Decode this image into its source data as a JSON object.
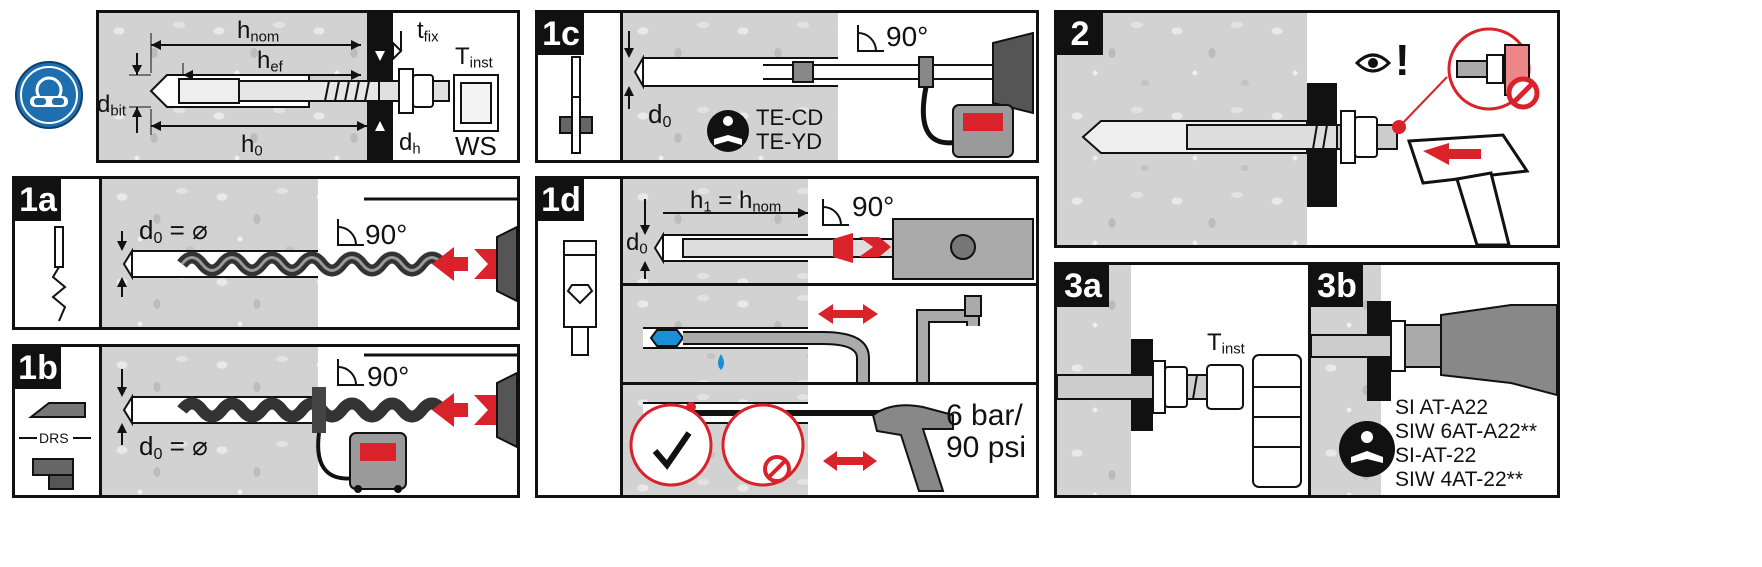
{
  "safety_icon": "safety-goggles-mandatory-icon",
  "book_icon": "read-manual-icon",
  "prohibited_icon": "no-entry-icon",
  "eye_icon": "eye-icon",
  "colors": {
    "accent_red": "#d9222a",
    "panel_border": "#111111",
    "concrete": "#d2d2d2",
    "water_blue": "#1a8fd6"
  },
  "top_diagram": {
    "h_nom": "h",
    "h_nom_sub": "nom",
    "h_ef": "h",
    "h_ef_sub": "ef",
    "d_bit": "d",
    "d_bit_sub": "bit",
    "h0": "h",
    "h0_sub": "0",
    "t_fix": "t",
    "t_fix_sub": "fix",
    "d_h": "d",
    "d_h_sub": "h",
    "t_inst": "T",
    "t_inst_sub": "inst",
    "ws": "WS"
  },
  "step_1a": {
    "label": "1a",
    "d0": "d",
    "d0_sub": "0",
    "d0_eq": "= ⌀",
    "angle": "90°"
  },
  "step_1b": {
    "label": "1b",
    "drs": "DRS",
    "d0": "d",
    "d0_sub": "0",
    "d0_eq": "= ⌀",
    "angle": "90°"
  },
  "step_1c": {
    "label": "1c",
    "angle": "90°",
    "d0": "d",
    "d0_sub": "0",
    "tool_line1": "TE-CD",
    "tool_line2": "TE-YD"
  },
  "step_1d": {
    "label": "1d",
    "h1": "h",
    "h1_sub": "1",
    "h1_eq": " = h",
    "h1_nom_sub": "nom",
    "angle": "90°",
    "d0": "d",
    "d0_sub": "0",
    "pressure_line1": "6 bar/",
    "pressure_line2": "90 psi"
  },
  "step_2": {
    "label": "2",
    "exclaim": "!"
  },
  "step_3a": {
    "label": "3a",
    "t_inst": "T",
    "t_inst_sub": "inst"
  },
  "step_3b": {
    "label": "3b",
    "tools": [
      "SI AT-A22",
      "SIW 6AT-A22**",
      "SI-AT-22",
      "SIW 4AT-22**"
    ]
  }
}
